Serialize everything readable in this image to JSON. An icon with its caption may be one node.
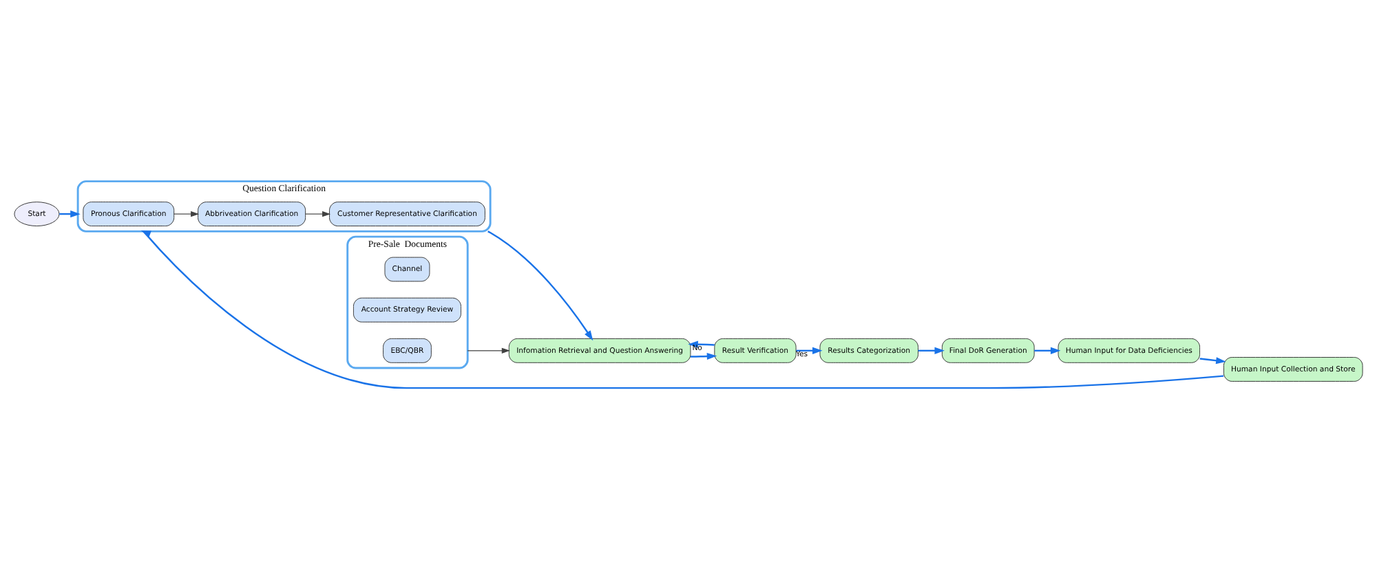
{
  "diagram": {
    "nodes": [
      {
        "text": [
          "Start"
        ]
      },
      {
        "text": [
          "Pre-Sale  Documents"
        ]
      },
      {
        "text": [
          "Channel"
        ],
        "in": 1
      },
      {
        "text": [
          "Account Strategy Review"
        ],
        "in": 1
      },
      {
        "text": [
          "EBC/QBR"
        ],
        "in": 1
      },
      {
        "text": [
          "Question Clarification"
        ]
      },
      {
        "text": [
          "Pronous Clarification"
        ],
        "in": 5
      },
      {
        "text": [
          "Abbriveation Clarification"
        ],
        "in": 5
      },
      {
        "text": [
          "Customer Representative Clarification"
        ],
        "in": 5
      },
      {
        "text": [
          "Infomation Retrieval and Question Answering"
        ]
      },
      {
        "text": [
          "Result Verification"
        ]
      },
      {
        "text": [
          "Results Categorization"
        ]
      },
      {
        "text": [
          "Final DoR Generation"
        ]
      },
      {
        "text": [
          "Human Input for Data Deficiencies"
        ]
      },
      {
        "text": [
          "Human Input Collection and Store"
        ]
      }
    ],
    "edges": [
      {
        "from": 0,
        "to": 5,
        "arrow": "to"
      },
      {
        "from": 1,
        "to": 9,
        "arrow": "to",
        "color": "#404040"
      },
      {
        "from": 6,
        "to": 7,
        "arrow": "to",
        "color": "#404040"
      },
      {
        "from": 7,
        "to": 8,
        "arrow": "to",
        "color": "#404040"
      },
      {
        "from": 5,
        "to": 9,
        "arrow": "to"
      },
      {
        "from": 9,
        "to": 10,
        "arrow": "to"
      },
      {
        "from": 10,
        "to": 11,
        "arrow": "to",
        "label": "Yes"
      },
      {
        "from": 10,
        "to": 9,
        "arrow": "to",
        "label": "No"
      },
      {
        "from": 11,
        "to": 12,
        "arrow": "to"
      },
      {
        "from": 12,
        "to": 13,
        "arrow": "to"
      },
      {
        "from": 13,
        "to": 14,
        "arrow": "to"
      },
      {
        "from": 14,
        "to": 5,
        "arrow": "to"
      }
    ]
  }
}
